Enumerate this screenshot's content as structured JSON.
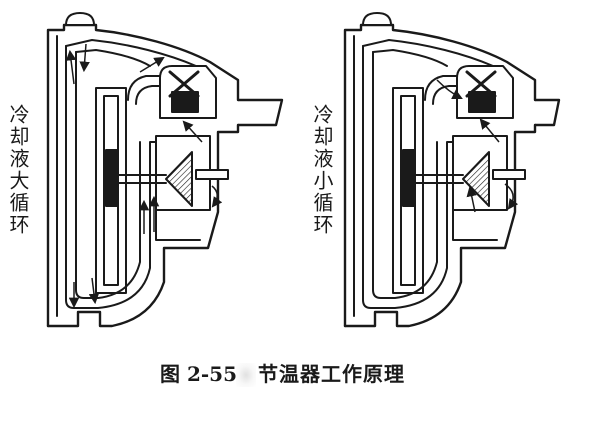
{
  "colors": {
    "ink": "#1a1a1a",
    "background": "#ffffff"
  },
  "diagrams": [
    {
      "label": "冷却液大循环"
    },
    {
      "label": "冷却液小循环"
    }
  ],
  "caption": {
    "number": "图 2-55",
    "title": "节温器工作原理"
  }
}
